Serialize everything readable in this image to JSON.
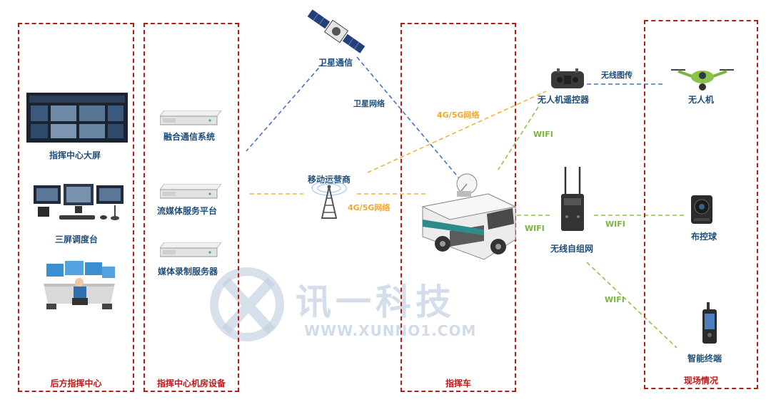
{
  "zones": {
    "rear_command": "后方指挥中心",
    "machine_room": "指挥中心机房设备",
    "command_vehicle": "指挥车",
    "field": "现场情况"
  },
  "nodes": {
    "big_screen": "指挥中心大屏",
    "three_screen": "三屏调度台",
    "fusion_comm": "融合通信系统",
    "stream_media": "流媒体服务平台",
    "media_record": "媒体录制服务器",
    "satellite": "卫星通信",
    "operator": "移动运营商",
    "drone_remote": "无人机遥控器",
    "drone": "无人机",
    "mesh": "无线自组网",
    "ptz_ball": "布控球",
    "terminal": "智能终端"
  },
  "links": {
    "satellite_network": "卫星网络",
    "net_4g5g_a": "4G/5G网络",
    "net_4g5g_b": "4G/5G网络",
    "wireless_image": "无线图传",
    "wifi_a": "WIFI",
    "wifi_b": "WIFI",
    "wifi_c": "WIFI",
    "wifi_d": "WIFI"
  },
  "watermark": {
    "brand": "讯一科技",
    "url": "WWW.XUNNO1.COM"
  },
  "colors": {
    "zone_border": "#b71c1c",
    "satellite_link": "#4472c4",
    "cellular_link": "#f0b43c",
    "wifi_link": "#8bc34a",
    "label_blue": "#1f4e79"
  }
}
